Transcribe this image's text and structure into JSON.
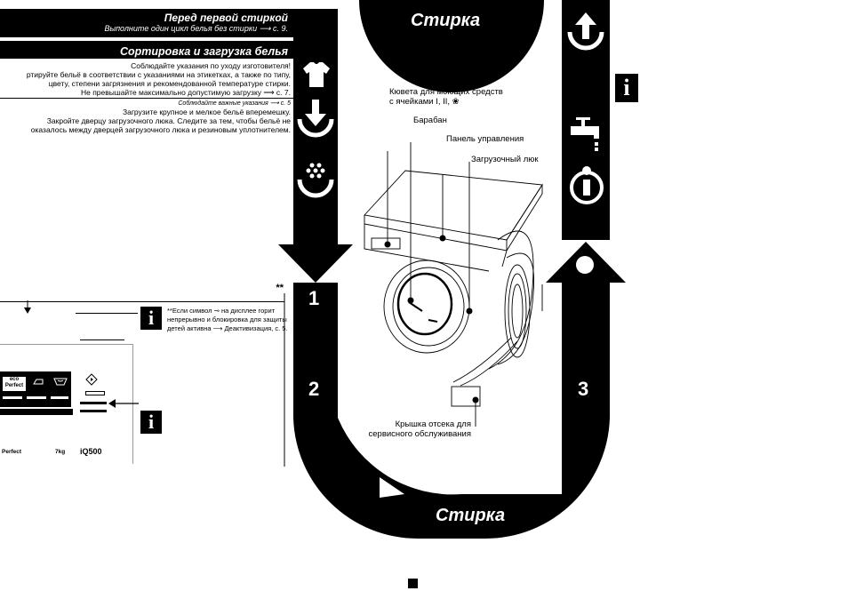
{
  "header": {
    "title": "Перед первой стиркой",
    "subtitle": "Выполните один цикл белья без стирки ⟶ с. 9."
  },
  "sorting": {
    "title": "Сортировка и загрузка белья",
    "p1": [
      "Соблюдайте указания по уходу изготовителя!",
      "ртируйте бельё в соответствии с указаниями на этикетках, а также по типу,",
      "цвету, степени загрязнения и рекомендованной температуре стирки.",
      "Не превышайте максимально допустимую загрузку ⟶ с. 7."
    ],
    "p2_lead": "Соблюдайте важные указания ⟶ с. 5",
    "p2": [
      "Загрузите крупное и мелкое бельё вперемешку.",
      "Закройте дверцу загрузочного люка. Следите за тем, чтобы бельё не",
      "оказалось между дверцей загрузочного люка и резиновым уплотнителем."
    ],
    "stars": "**"
  },
  "note": {
    "lines": [
      "**Если символ ⊸ на дисплее горит",
      "непрерывно и блокировка для защиты",
      "детей активна ⟶ Деактивизация, с. 5."
    ]
  },
  "panel": {
    "eco_label": "eco\nPerfect",
    "bottom_left": "Perfect",
    "bottom_kg": "7kg",
    "bottom_model": "iQ500"
  },
  "loop": {
    "top_title": "Стирка",
    "bottom_title": "Стирка",
    "step1": "1",
    "step2": "2",
    "step3": "3"
  },
  "diagram": {
    "label_dispenser": [
      "Кювета для моющих средств",
      "с ячейками I, II, ❀"
    ],
    "label_drum": "Барабан",
    "label_panel": "Панель управления",
    "label_door": "Загрузочный люк",
    "label_service": [
      "Крышка отсека для",
      "сервисного обслуживания"
    ]
  },
  "side": {
    "info_letter": "i"
  },
  "colors": {
    "ink": "#000000",
    "paper": "#ffffff"
  }
}
